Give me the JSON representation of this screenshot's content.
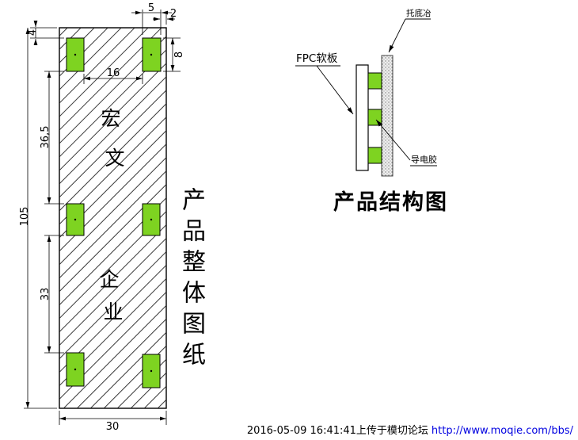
{
  "colors": {
    "pad_green": "#7ED321",
    "url_blue": "#0000E0",
    "line_black": "#000000",
    "watermark_gray": "#2f2f2f"
  },
  "left_drawing": {
    "dimensions": {
      "top_pad_width": "5",
      "right_margin": "2",
      "top_margin": "4",
      "pad_height": "8",
      "pad_gap": "16",
      "upper_span": "36,5",
      "total_height": "105",
      "lower_span": "33",
      "total_width": "30"
    },
    "watermark_chars": [
      "宏",
      "文",
      "企",
      "业"
    ]
  },
  "vertical_caption": {
    "text": "产品整体图纸"
  },
  "structure_diagram": {
    "label_fpc": "FPC软板",
    "label_backing": "托底冶",
    "label_conductive": "导电胶",
    "caption": "产品结构图"
  },
  "footer": {
    "timestamp_text": "2016-05-09 16:41:41上传于模切论坛",
    "url": "http://www.moqie.com/bbs/"
  }
}
